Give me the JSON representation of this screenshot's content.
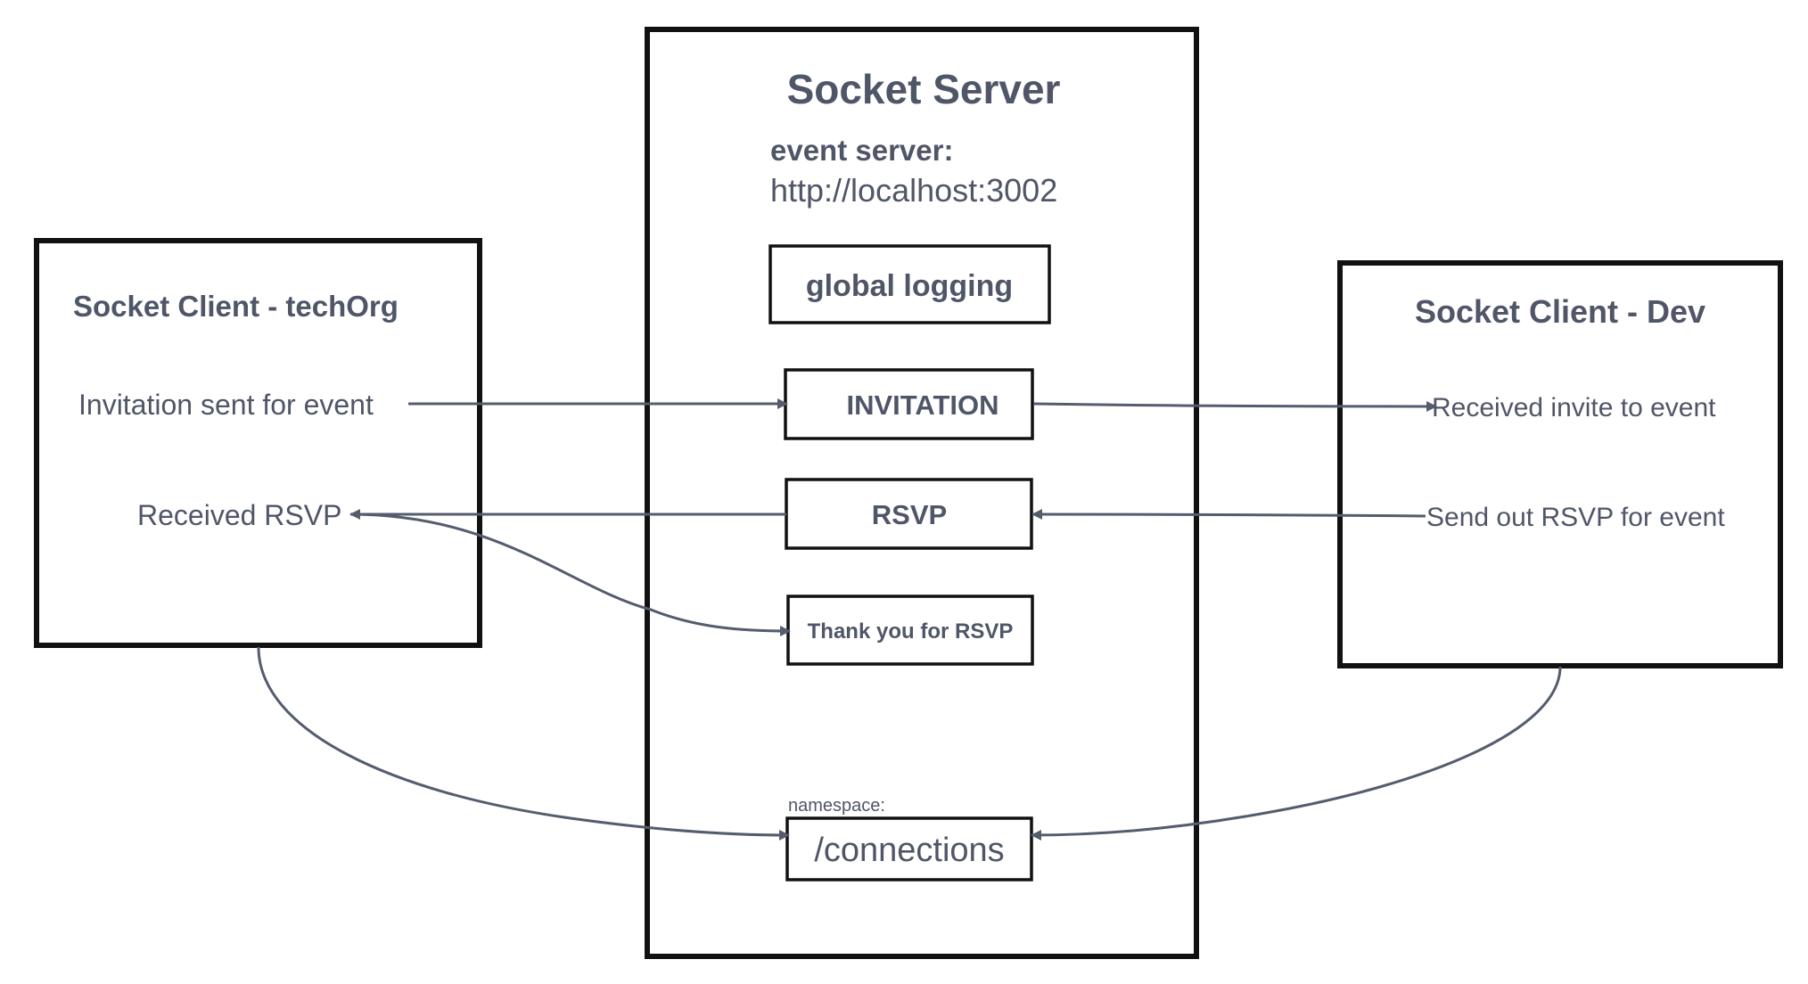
{
  "server": {
    "title": "Socket Server",
    "event_server_label": "event server:",
    "event_server_url": "http://localhost:3002",
    "global_logging": "global logging",
    "events": {
      "invitation": "INVITATION",
      "rsvp": "RSVP",
      "thank_you": "Thank you for RSVP"
    },
    "namespace_label": "namespace:",
    "namespace": "/connections"
  },
  "client_techorg": {
    "title": "Socket Client - techOrg",
    "send_invitation": "Invitation sent for event",
    "received_rsvp": "Received RSVP"
  },
  "client_dev": {
    "title": "Socket Client - Dev",
    "received_invite": "Received invite to event",
    "send_rsvp": "Send out RSVP for event"
  },
  "colors": {
    "text": "#4f5668",
    "line": "#545c6d",
    "border": "#111111"
  }
}
